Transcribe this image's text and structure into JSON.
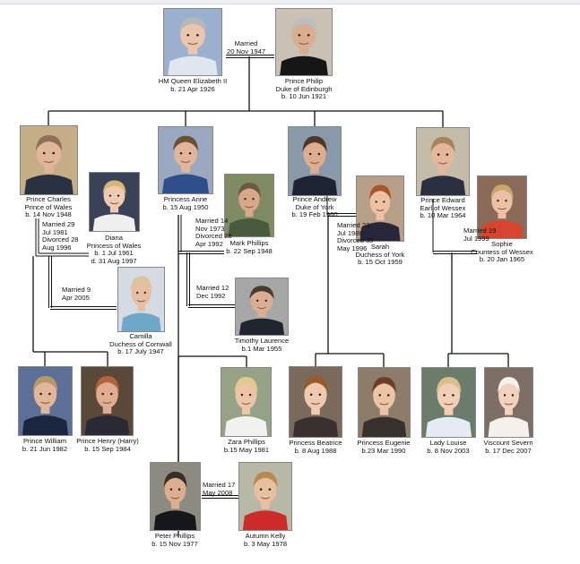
{
  "people": {
    "elizabeth": {
      "lines": [
        "HM Queen Elizabeth II",
        "b. 21 Apr 1926"
      ],
      "bg": "#9bb0cf",
      "skin": "#e8c7ad",
      "hair": "#b8b8b8",
      "cloth": "#dfe6ef"
    },
    "philip": {
      "lines": [
        "Prince Philip",
        "Duke of Edinburgh",
        "b. 10 Jun 1921"
      ],
      "bg": "#c9c2b4",
      "skin": "#d9ae90",
      "hair": "#bdbdbd",
      "cloth": "#161616"
    },
    "charles": {
      "lines": [
        "Prince Charles",
        "Prince of Wales",
        "b. 14 Nov 1948"
      ],
      "bg": "#c5ad86",
      "skin": "#e0b69a",
      "hair": "#8c7158",
      "cloth": "#2a3142"
    },
    "diana": {
      "lines": [
        "Diana",
        "Princess of Wales",
        "b. 1 Jul 1961",
        "d. 31 Aug 1997"
      ],
      "bg": "#3a4257",
      "skin": "#edcbb3",
      "hair": "#d8b578",
      "cloth": "#efefef"
    },
    "camilla": {
      "lines": [
        "Camilla",
        "Duchess of Cornwall",
        "b. 17 July 1947"
      ],
      "bg": "#d4dbe2",
      "skin": "#e6bfa3",
      "hair": "#d9c49a",
      "cloth": "#6fa7c8"
    },
    "anne": {
      "lines": [
        "Princess Anne",
        "b. 15 Aug 1950"
      ],
      "bg": "#9aa8c0",
      "skin": "#e0b599",
      "hair": "#6c5036",
      "cloth": "#2f4f8a"
    },
    "markp": {
      "lines": [
        "Mark Phillips",
        "b. 22 Sep 1948"
      ],
      "bg": "#7f8c63",
      "skin": "#d6a888",
      "hair": "#6a5a44",
      "cloth": "#4a5a3c"
    },
    "timothy": {
      "lines": [
        "Timothy Laurence",
        "b.1 Mar 1955"
      ],
      "bg": "#a7a7a5",
      "skin": "#d9ae92",
      "hair": "#4a3b2c",
      "cloth": "#1f2630"
    },
    "andrew": {
      "lines": [
        "Prince Andrew",
        "Duke of York",
        "b. 19 Feb 1960"
      ],
      "bg": "#8a99a8",
      "skin": "#dcae8e",
      "hair": "#4e3828",
      "cloth": "#1d2333"
    },
    "sarah": {
      "lines": [
        "Sarah",
        "Duchess of York",
        "b. 15 Oct 1959"
      ],
      "bg": "#b8a088",
      "skin": "#edc2a4",
      "hair": "#a8552c",
      "cloth": "#27263a"
    },
    "edward": {
      "lines": [
        "Prince Edward",
        "Earl of Wessex",
        "b. 10 Mar 1964"
      ],
      "bg": "#c4bca8",
      "skin": "#e2b79a",
      "hair": "#a5835c",
      "cloth": "#2b3041"
    },
    "sophie": {
      "lines": [
        "Sophie",
        "Countess of Wessex",
        "b. 20 Jan 1965"
      ],
      "bg": "#8a6a58",
      "skin": "#e9c2a5",
      "hair": "#cba56a",
      "cloth": "#d7452f"
    },
    "william": {
      "lines": [
        "Prince William",
        "b. 21 Jun 1982"
      ],
      "bg": "#5c6f96",
      "skin": "#e2b699",
      "hair": "#b89868",
      "cloth": "#1b2640"
    },
    "harry": {
      "lines": [
        "Prince Henry (Harry)",
        "b. 15 Sep 1984"
      ],
      "bg": "#5a4838",
      "skin": "#e0ad90",
      "hair": "#b2643a",
      "cloth": "#2a2a36"
    },
    "zara": {
      "lines": [
        "Zara Phillips",
        "b.15 May 1981"
      ],
      "bg": "#95a286",
      "skin": "#ecc5a8",
      "hair": "#e2ca8e",
      "cloth": "#f1f1ef"
    },
    "beatrice": {
      "lines": [
        "Princess Beatrice",
        "b. 8 Aug 1988"
      ],
      "bg": "#7a6a5a",
      "skin": "#edc9ae",
      "hair": "#9a5a2e",
      "cloth": "#3a3030"
    },
    "eugenie": {
      "lines": [
        "Princess Eugenie",
        "b.23 Mar 1990"
      ],
      "bg": "#8e7c6a",
      "skin": "#ebc3a7",
      "hair": "#6a3f24",
      "cloth": "#37302d"
    },
    "louise": {
      "lines": [
        "Lady Louise",
        "b. 8 Nov 2003"
      ],
      "bg": "#6b7d6a",
      "skin": "#f0cfb6",
      "hair": "#d8c08a",
      "cloth": "#e6eaf2"
    },
    "severn": {
      "lines": [
        "Viscount Severn",
        "b. 17 Dec 2007"
      ],
      "bg": "#7d6f66",
      "skin": "#f0d2bd",
      "hair": "#f4f1ec",
      "cloth": "#f4f1ec"
    },
    "peter": {
      "lines": [
        "Peter Phillips",
        "b. 15 Nov 1977"
      ],
      "bg": "#8d8a82",
      "skin": "#dcae90",
      "hair": "#3b2e23",
      "cloth": "#15171c"
    },
    "autumn": {
      "lines": [
        "Autumn Kelly",
        "b. 3 May 1978"
      ],
      "bg": "#b7b9a6",
      "skin": "#e8bf9f",
      "hair": "#b78b4f",
      "cloth": "#cd2a2a"
    }
  },
  "marriages": {
    "elizabeth_philip": [
      "Married",
      "20 Nov 1947"
    ],
    "charles_diana": [
      "Married 29",
      "Jul 1981",
      "Divorced 28",
      "Aug 1996"
    ],
    "charles_camilla": [
      "Married 9",
      "Apr 2005"
    ],
    "anne_mark": [
      "Married 14",
      "Nov 1973",
      "Divorced 28",
      "Apr 1992"
    ],
    "anne_timothy": [
      "Married 12",
      "Dec 1992"
    ],
    "andrew_sarah": [
      "Married 23",
      "Jul 1986",
      "Divorced 30",
      "May 1996"
    ],
    "edward_sophie": [
      "Married 19",
      "Jul 1999"
    ],
    "peter_autumn": [
      "Married 17",
      "May 2008"
    ]
  }
}
